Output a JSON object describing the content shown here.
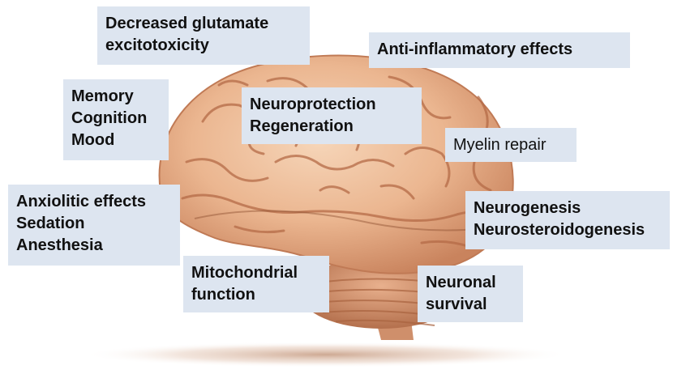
{
  "effects": [
    {
      "id": "glutamate",
      "lines": [
        "Decreased glutamate",
        "excitotoxicity"
      ],
      "bold": true
    },
    {
      "id": "anti-inflammatory",
      "lines": [
        "Anti-inflammatory effects"
      ],
      "bold": true
    },
    {
      "id": "memory",
      "lines": [
        "Memory",
        "Cognition",
        "Mood"
      ],
      "bold": true
    },
    {
      "id": "neuroprotection",
      "lines": [
        "Neuroprotection",
        "Regeneration"
      ],
      "bold": true
    },
    {
      "id": "myelin",
      "lines": [
        "Myelin repair"
      ],
      "bold": false
    },
    {
      "id": "anxiolitic",
      "lines": [
        "Anxiolitic  effects",
        "Sedation",
        "Anesthesia"
      ],
      "bold": true
    },
    {
      "id": "neurogenesis",
      "lines": [
        "Neurogenesis",
        "Neurosteroidogenesis"
      ],
      "bold": true
    },
    {
      "id": "mitochondrial",
      "lines": [
        "Mitochondrial",
        "function"
      ],
      "bold": true
    },
    {
      "id": "neuronal-survival",
      "lines": [
        "Neuronal",
        "survival"
      ],
      "bold": true
    }
  ],
  "colors": {
    "label_bg": "#dde5f0",
    "brain_light": "#f1c7a6",
    "brain_mid": "#e1a37e",
    "brain_dark": "#b86f4c",
    "cerebellum": "#d99a76",
    "shadow": "#caa48c"
  },
  "image": {
    "icon": "brain-illustration"
  }
}
